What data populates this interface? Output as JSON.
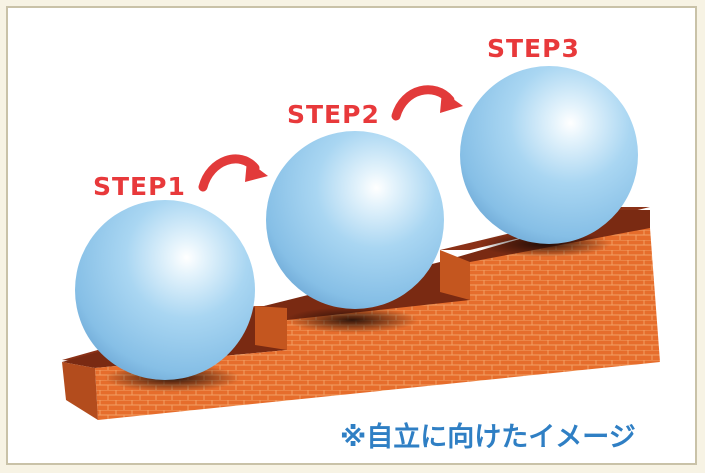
{
  "diagram": {
    "steps": [
      {
        "label": "STEP1"
      },
      {
        "label": "STEP2"
      },
      {
        "label": "STEP3"
      }
    ],
    "caption": "※自立に向けたイメージ"
  },
  "colors": {
    "label_red": "#e8393b",
    "arrow_red": "#e23a3a",
    "ball_blue": "#9fd0ef",
    "brick_front": "#e26a2a",
    "brick_top": "#8a3117",
    "caption_blue": "#2f7fc4"
  },
  "icons": {
    "arrow": "curved-right-arrow-icon",
    "ball": "sphere"
  }
}
